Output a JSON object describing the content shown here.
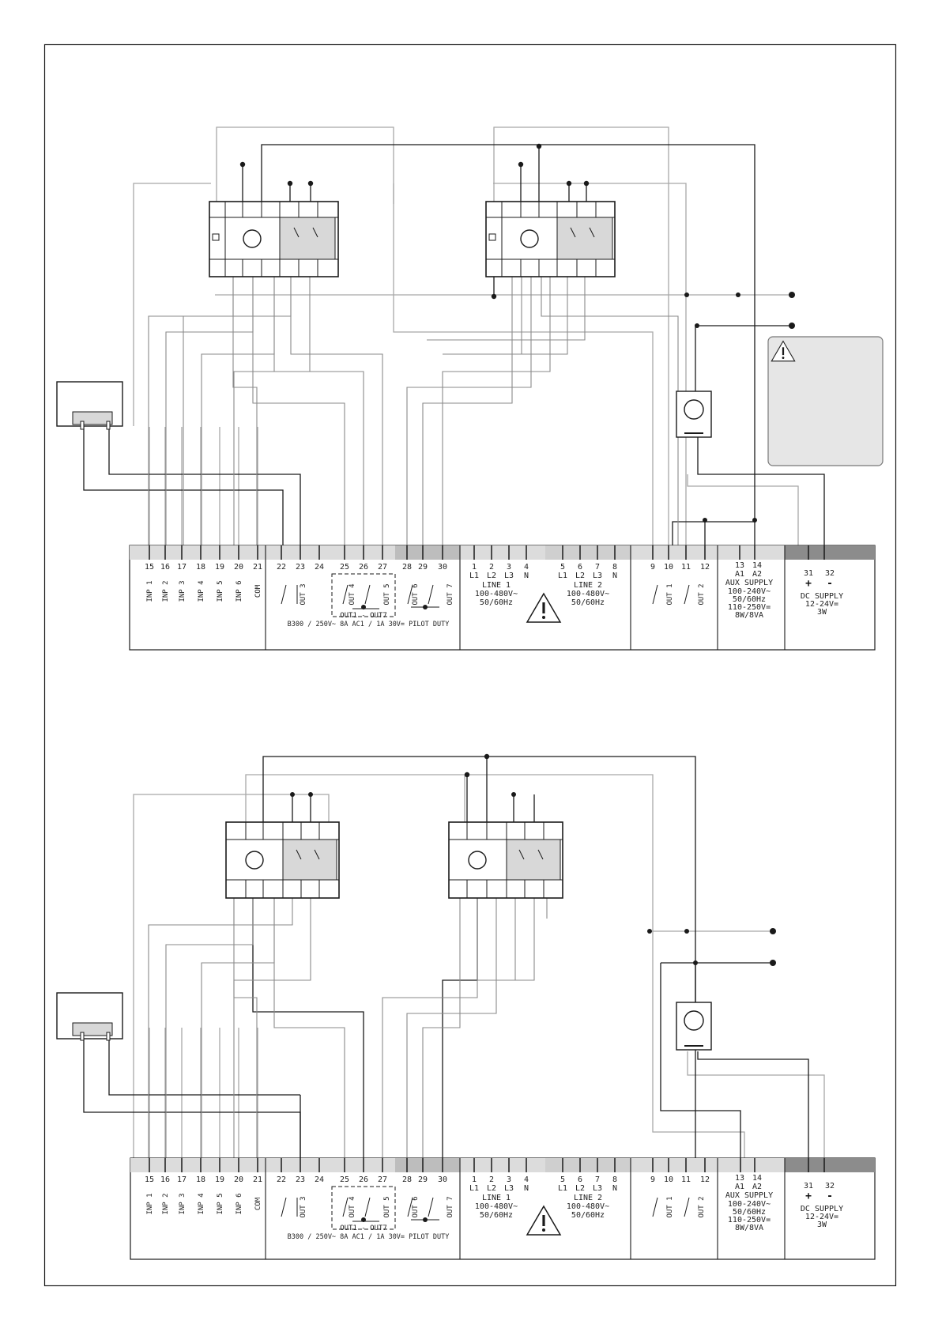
{
  "colors": {
    "black_wire": "#1a1a1a",
    "grey_wire": "#a8a8a8",
    "block_fill": "#dcdcdc",
    "block_dark": "#8c8c8c",
    "warning_box": "#e6e6e6"
  },
  "terminals": {
    "inputs": [
      "15",
      "16",
      "17",
      "18",
      "19",
      "20",
      "21"
    ],
    "input_labels": [
      "INP 1",
      "INP 2",
      "INP 3",
      "INP 4",
      "INP 5",
      "INP 6",
      "COM"
    ],
    "out_a": [
      "22",
      "23",
      "24"
    ],
    "out_b": [
      "25",
      "26",
      "27"
    ],
    "out_c": [
      "28",
      "29",
      "30"
    ],
    "out_labels": {
      "out3": "OUT 3",
      "out4": "OUT 4",
      "out5": "OUT 5",
      "out6": "OUT 6",
      "out7": "OUT 7"
    },
    "out_caption": "OUT1 - OUT7",
    "out_rating": "B300 / 250V~ 8A AC1 / 1A 30V= PILOT DUTY",
    "line1_nums": [
      "1",
      "2",
      "3",
      "4"
    ],
    "line1_phases": [
      "L1",
      "L2",
      "L3",
      "N"
    ],
    "line1_name": "LINE 1",
    "line1_volt": "100-480V~",
    "line1_freq": "50/60Hz",
    "line2_nums": [
      "5",
      "6",
      "7",
      "8"
    ],
    "line2_phases": [
      "L1",
      "L2",
      "L3",
      "N"
    ],
    "line2_name": "LINE 2",
    "line2_volt": "100-480V~",
    "line2_freq": "50/60Hz",
    "out12_nums": [
      "9",
      "10",
      "11",
      "12"
    ],
    "out12_labels": {
      "out1": "OUT 1",
      "out2": "OUT 2"
    },
    "aux_nums": [
      "13",
      "14"
    ],
    "aux_pins": [
      "A1",
      "A2"
    ],
    "aux_name": "AUX SUPPLY",
    "aux_v1": "100-240V~",
    "aux_f": "50/60Hz",
    "aux_v2": "110-250V=",
    "aux_p": "8W/8VA",
    "dc_nums": [
      "31",
      "32"
    ],
    "dc_signs": [
      "+",
      "-"
    ],
    "dc_name": "DC SUPPLY",
    "dc_v": "12-24V=",
    "dc_p": "3W"
  }
}
